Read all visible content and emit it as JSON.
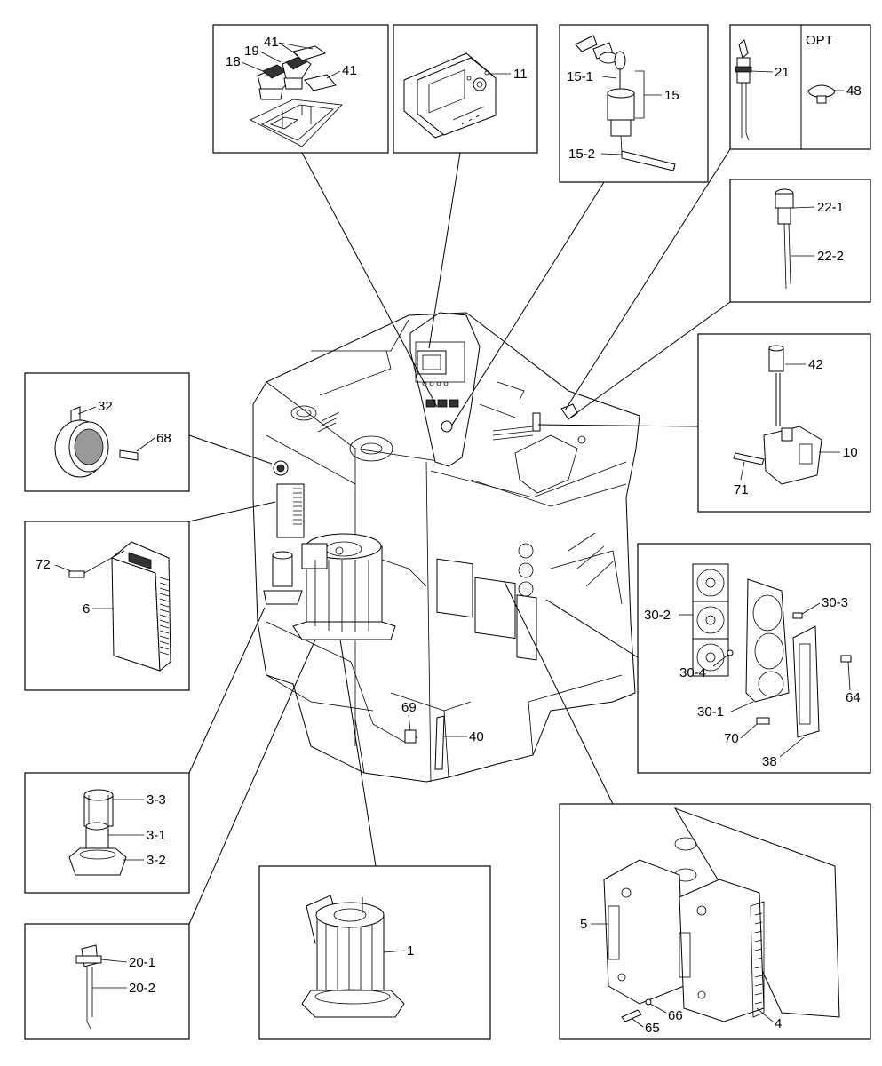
{
  "labels": {
    "p41a": "41",
    "p19": "19",
    "p18": "18",
    "p41b": "41",
    "p11": "11",
    "p15_1": "15-1",
    "p15": "15",
    "p15_2": "15-2",
    "p21": "21",
    "opt": "OPT",
    "p48": "48",
    "p22_1": "22-1",
    "p22_2": "22-2",
    "p42": "42",
    "p10": "10",
    "p71": "71",
    "p32": "32",
    "p68": "68",
    "p72": "72",
    "p6": "6",
    "p30_2": "30-2",
    "p30_3": "30-3",
    "p30_4": "30-4",
    "p64": "64",
    "p30_1": "30-1",
    "p70": "70",
    "p38": "38",
    "p69": "69",
    "p40": "40",
    "p3_3": "3-3",
    "p3_1": "3-1",
    "p3_2": "3-2",
    "p20_1": "20-1",
    "p20_2": "20-2",
    "p1": "1",
    "p5": "5",
    "p66": "66",
    "p65": "65",
    "p4": "4"
  }
}
